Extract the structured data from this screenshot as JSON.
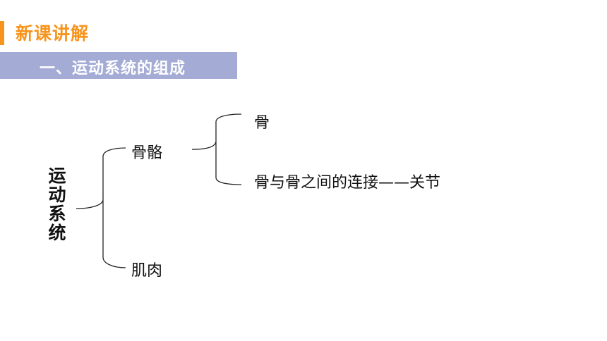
{
  "header": {
    "title": "新课讲解"
  },
  "section": {
    "title": "一、运动系统的组成"
  },
  "tree": {
    "root": "运动系统",
    "branches": [
      {
        "label": "骨骼",
        "children": [
          "骨",
          "骨与骨之间的连接——关节"
        ]
      },
      {
        "label": "肌肉"
      }
    ]
  },
  "colors": {
    "accent": "#f7941d",
    "section_band": "#a4acd5",
    "text": "#111111",
    "line": "#222222"
  }
}
